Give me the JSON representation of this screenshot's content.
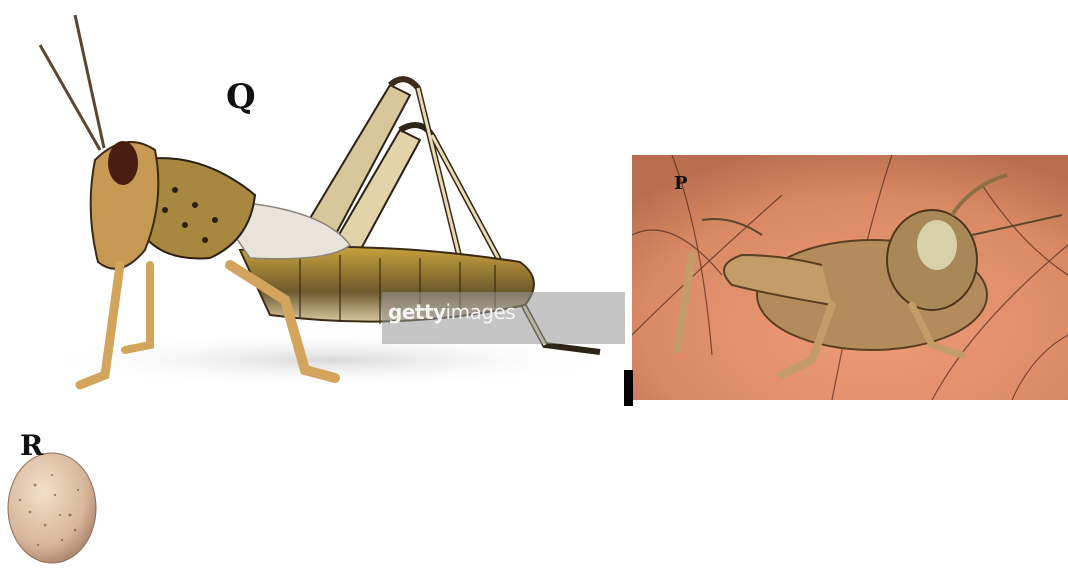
{
  "panels": {
    "q": {
      "label": "Q",
      "subject": "adult-grasshopper"
    },
    "p": {
      "label": "P",
      "subject": "nymph-grasshopper-on-skin"
    },
    "r": {
      "label": "R",
      "subject": "egg"
    }
  },
  "watermark": {
    "bold": "getty",
    "rest": "images"
  },
  "colors": {
    "background": "#ffffff",
    "skin": "#d98a63",
    "insect_body": "#c79a56",
    "insect_dark": "#2d2119",
    "egg": "#d7b79b"
  }
}
